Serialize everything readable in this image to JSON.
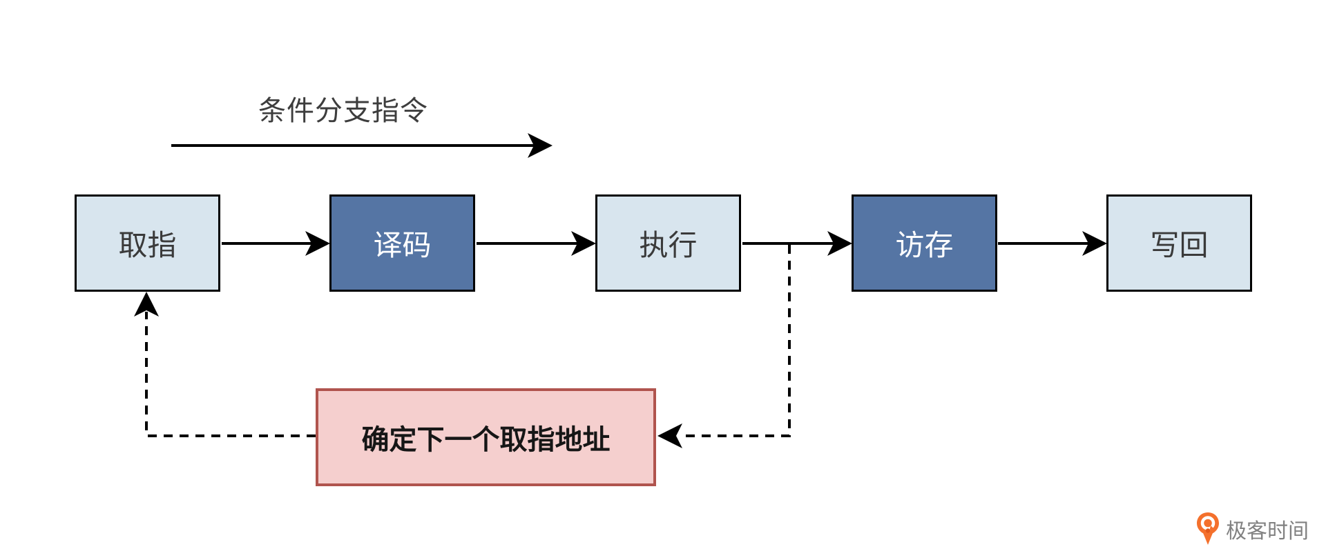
{
  "diagram": {
    "annotation": {
      "label": "条件分支指令"
    },
    "stages": [
      {
        "label": "取指",
        "variant": "light"
      },
      {
        "label": "译码",
        "variant": "dark"
      },
      {
        "label": "执行",
        "variant": "light"
      },
      {
        "label": "访存",
        "variant": "dark"
      },
      {
        "label": "写回",
        "variant": "light"
      }
    ],
    "feedback": {
      "label": "确定下一个取指地址"
    },
    "colors": {
      "stage_light_fill": "#d8e5ee",
      "stage_dark_fill": "#5575a4",
      "stage_border": "#000000",
      "stage_light_text": "#3a3a3a",
      "stage_dark_text": "#ffffff",
      "feedback_fill": "#f5cfce",
      "feedback_border": "#b0544e",
      "connector": "#000000"
    }
  },
  "watermark": {
    "label": "极客时间",
    "icon": "geektime-logo-icon",
    "icon_color": "#f4702c",
    "text_color": "#818181"
  }
}
